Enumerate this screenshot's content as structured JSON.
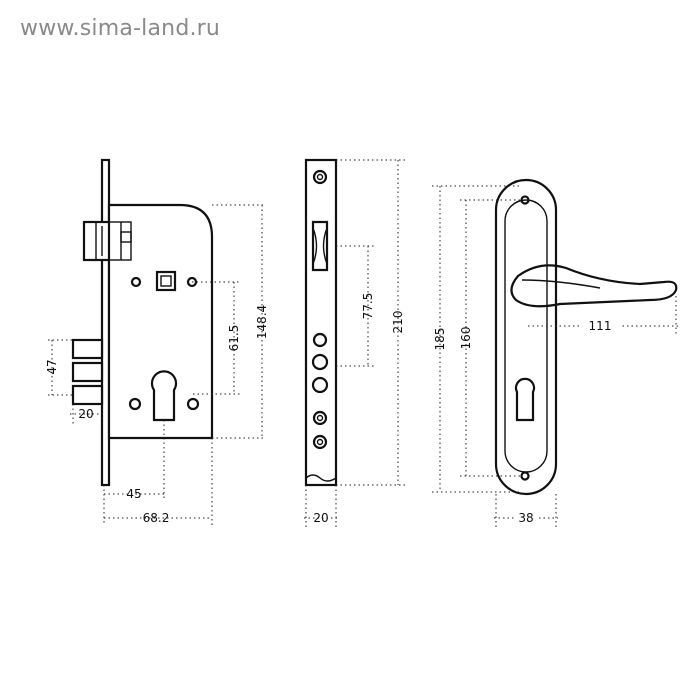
{
  "watermark": "www.sima-land.ru",
  "lock_body": {
    "dims": {
      "height": "148.4",
      "backset": "45",
      "depth": "68.2",
      "center_distance": "61.5",
      "bolt_pitch": "47",
      "bolt_throw": "20"
    }
  },
  "faceplate": {
    "dims": {
      "length": "210",
      "offset": "77.5",
      "width": "20"
    }
  },
  "handle_plate": {
    "dims": {
      "plate_height": "185",
      "center_distance": "160",
      "lever_length": "111",
      "plate_width": "38"
    }
  }
}
